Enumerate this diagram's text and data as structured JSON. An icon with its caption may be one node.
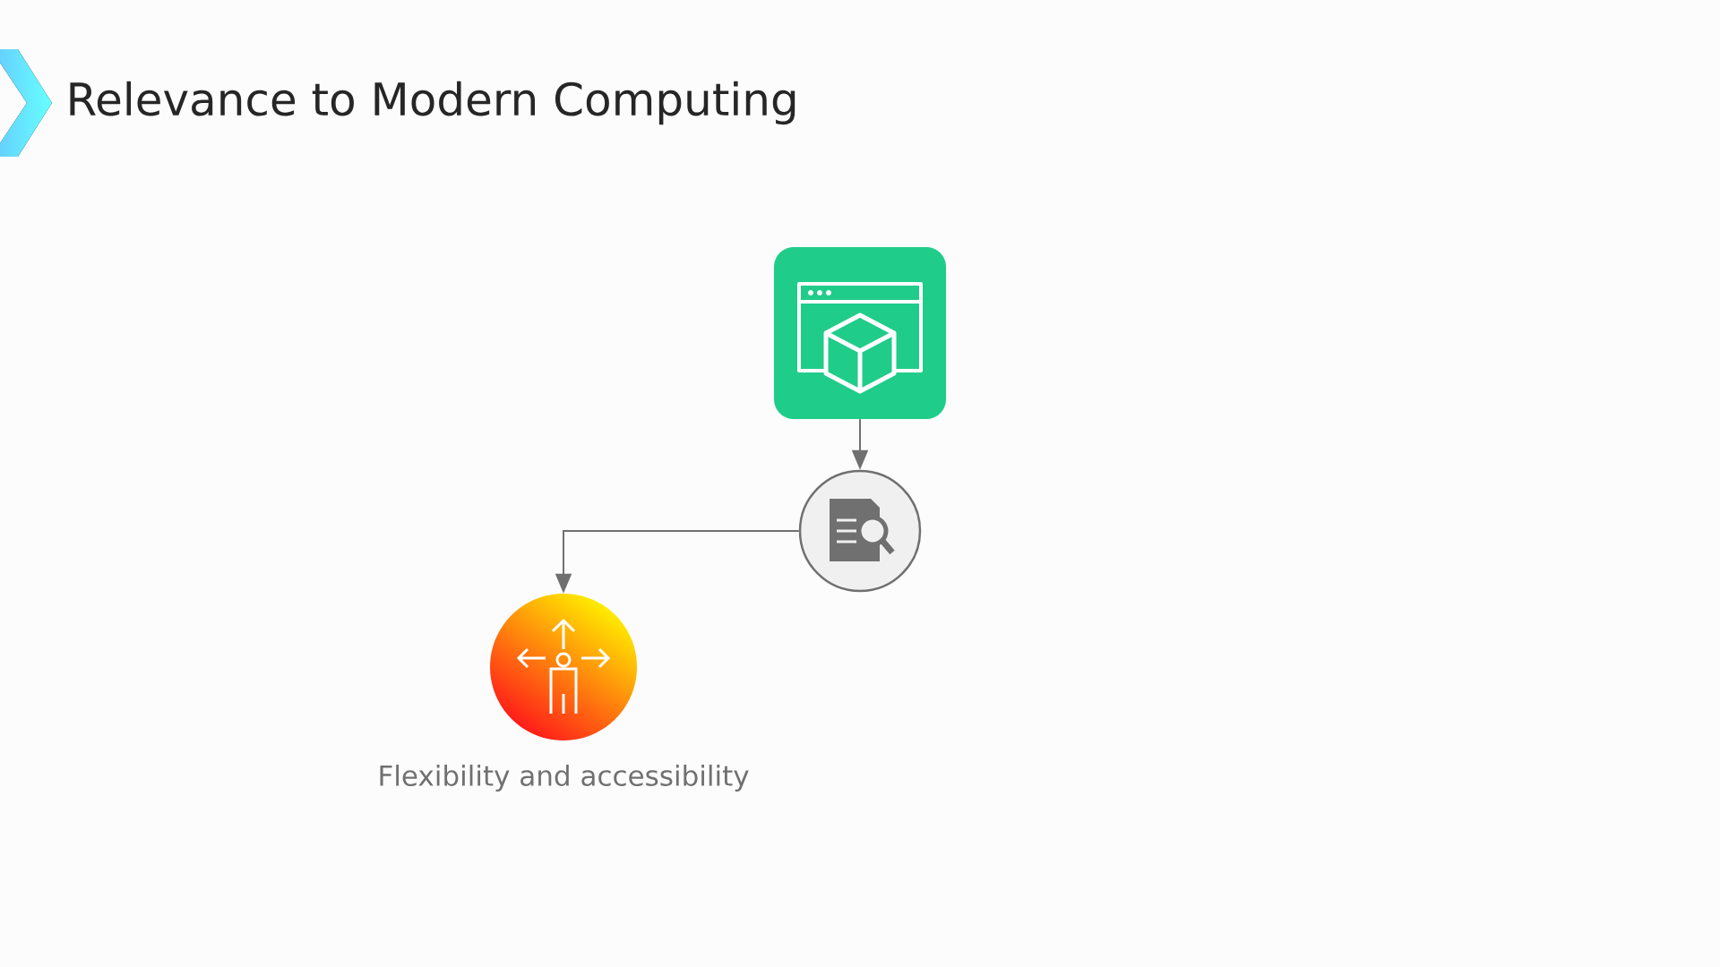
{
  "diagram": {
    "title": "Relevance to Modern Computing",
    "nodes": [
      {
        "text": [],
        "shape": "box"
      },
      {
        "text": [],
        "shape": "circle"
      },
      {
        "text": [
          "Flexibility and accessibility"
        ]
      }
    ],
    "edges": [
      {
        "from": 0,
        "to": 1,
        "arrow": "to"
      },
      {
        "from": 1,
        "to": 2,
        "arrow": "to"
      }
    ]
  }
}
